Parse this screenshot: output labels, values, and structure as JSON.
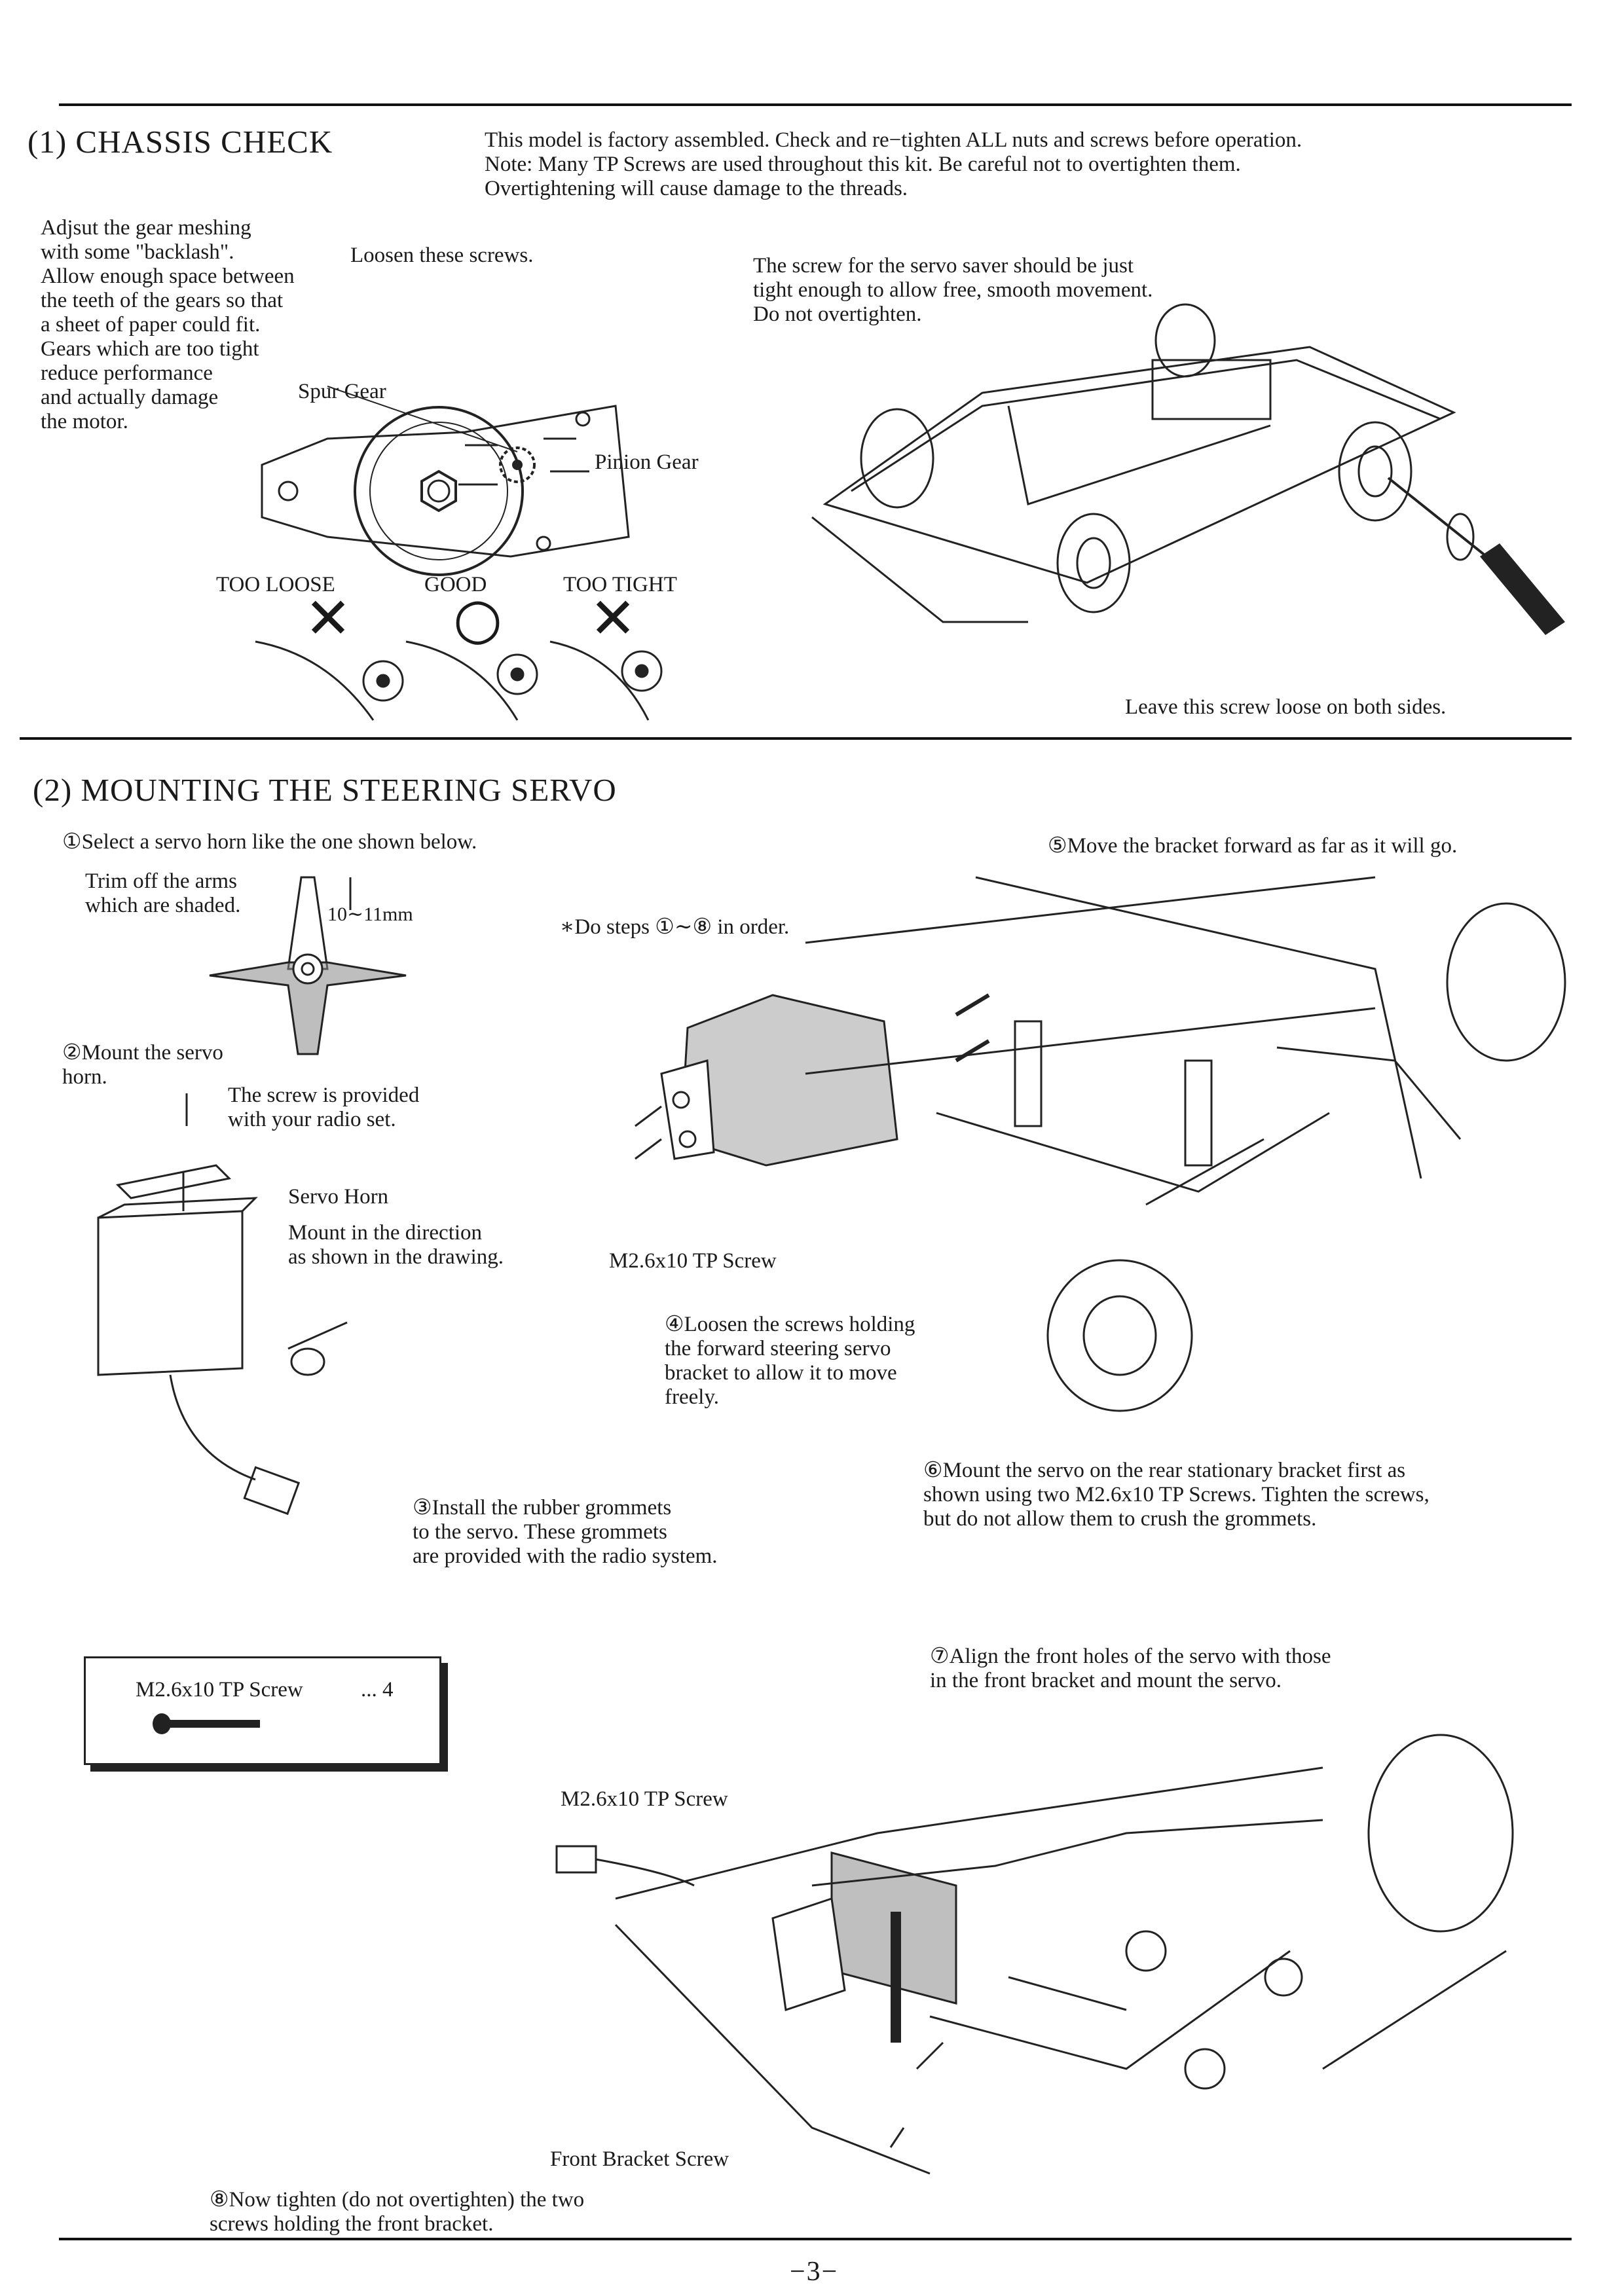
{
  "section1": {
    "title": "(1)  CHASSIS CHECK",
    "intro": "This model is factory assembled. Check and re−tighten ALL nuts and screws before operation.\nNote: Many TP Screws are used throughout this kit. Be careful not to overtighten them.\n          Overtightening will cause damage to the threads.",
    "gear_note": "Adjsut the gear meshing\nwith some \"backlash\".\nAllow enough space between\nthe teeth of the gears so that\na sheet of paper could fit.\nGears which are too tight\nreduce performance\nand actually damage\nthe motor.",
    "loosen_label": "Loosen these screws.",
    "spur_gear_label": "Spur Gear",
    "pinion_gear_label": "Pinion Gear",
    "mesh_states": [
      {
        "label": "TOO LOOSE",
        "mark": "✕"
      },
      {
        "label": "GOOD",
        "mark": "○"
      },
      {
        "label": "TOO TIGHT",
        "mark": "✕"
      }
    ],
    "servo_saver_note": "The screw for the servo saver should be just\ntight enough to allow free, smooth movement.\nDo not overtighten.",
    "loose_screw_note": "Leave this screw loose on both sides."
  },
  "section2": {
    "title": "(2)  MOUNTING THE STEERING SERVO",
    "step1": "①Select a servo horn like the one shown below.",
    "trim_note": "Trim off the arms\nwhich are shaded.",
    "dimension": "10∼11mm",
    "order_note": "∗Do steps  ①∼⑧  in order.",
    "step5": "⑤Move the bracket forward as far as it will go.",
    "step2": "②Mount the servo\n     horn.",
    "screw_provided": "The screw is provided\nwith your radio set.",
    "servo_horn_label": "Servo Horn",
    "direction_note": "Mount in the direction\nas shown in the drawing.",
    "tp_screw_label": "M2.6x10 TP Screw",
    "step4": "④Loosen the screws holding\n    the forward steering servo\n    bracket to allow it to move\n    freely.",
    "step3": "③Install the rubber grommets\n    to the servo. These grommets\n    are provided with the radio system.",
    "step6": "⑥Mount the servo on the rear stationary bracket first as\n    shown using two M2.6x10 TP Screws. Tighten the screws,\n    but do not allow them to crush the grommets.",
    "parts_box": {
      "name": "M2.6x10 TP Screw",
      "qty": "... 4"
    },
    "step7": "⑦Align the front holes of the servo with those\n    in the front bracket and mount the servo.",
    "tp_screw_label_2": "M2.6x10 TP Screw",
    "front_bracket_label": "Front Bracket Screw",
    "step8": "⑧Now tighten (do not overtighten) the two\n    screws holding the front bracket."
  },
  "page_number": "−3−"
}
